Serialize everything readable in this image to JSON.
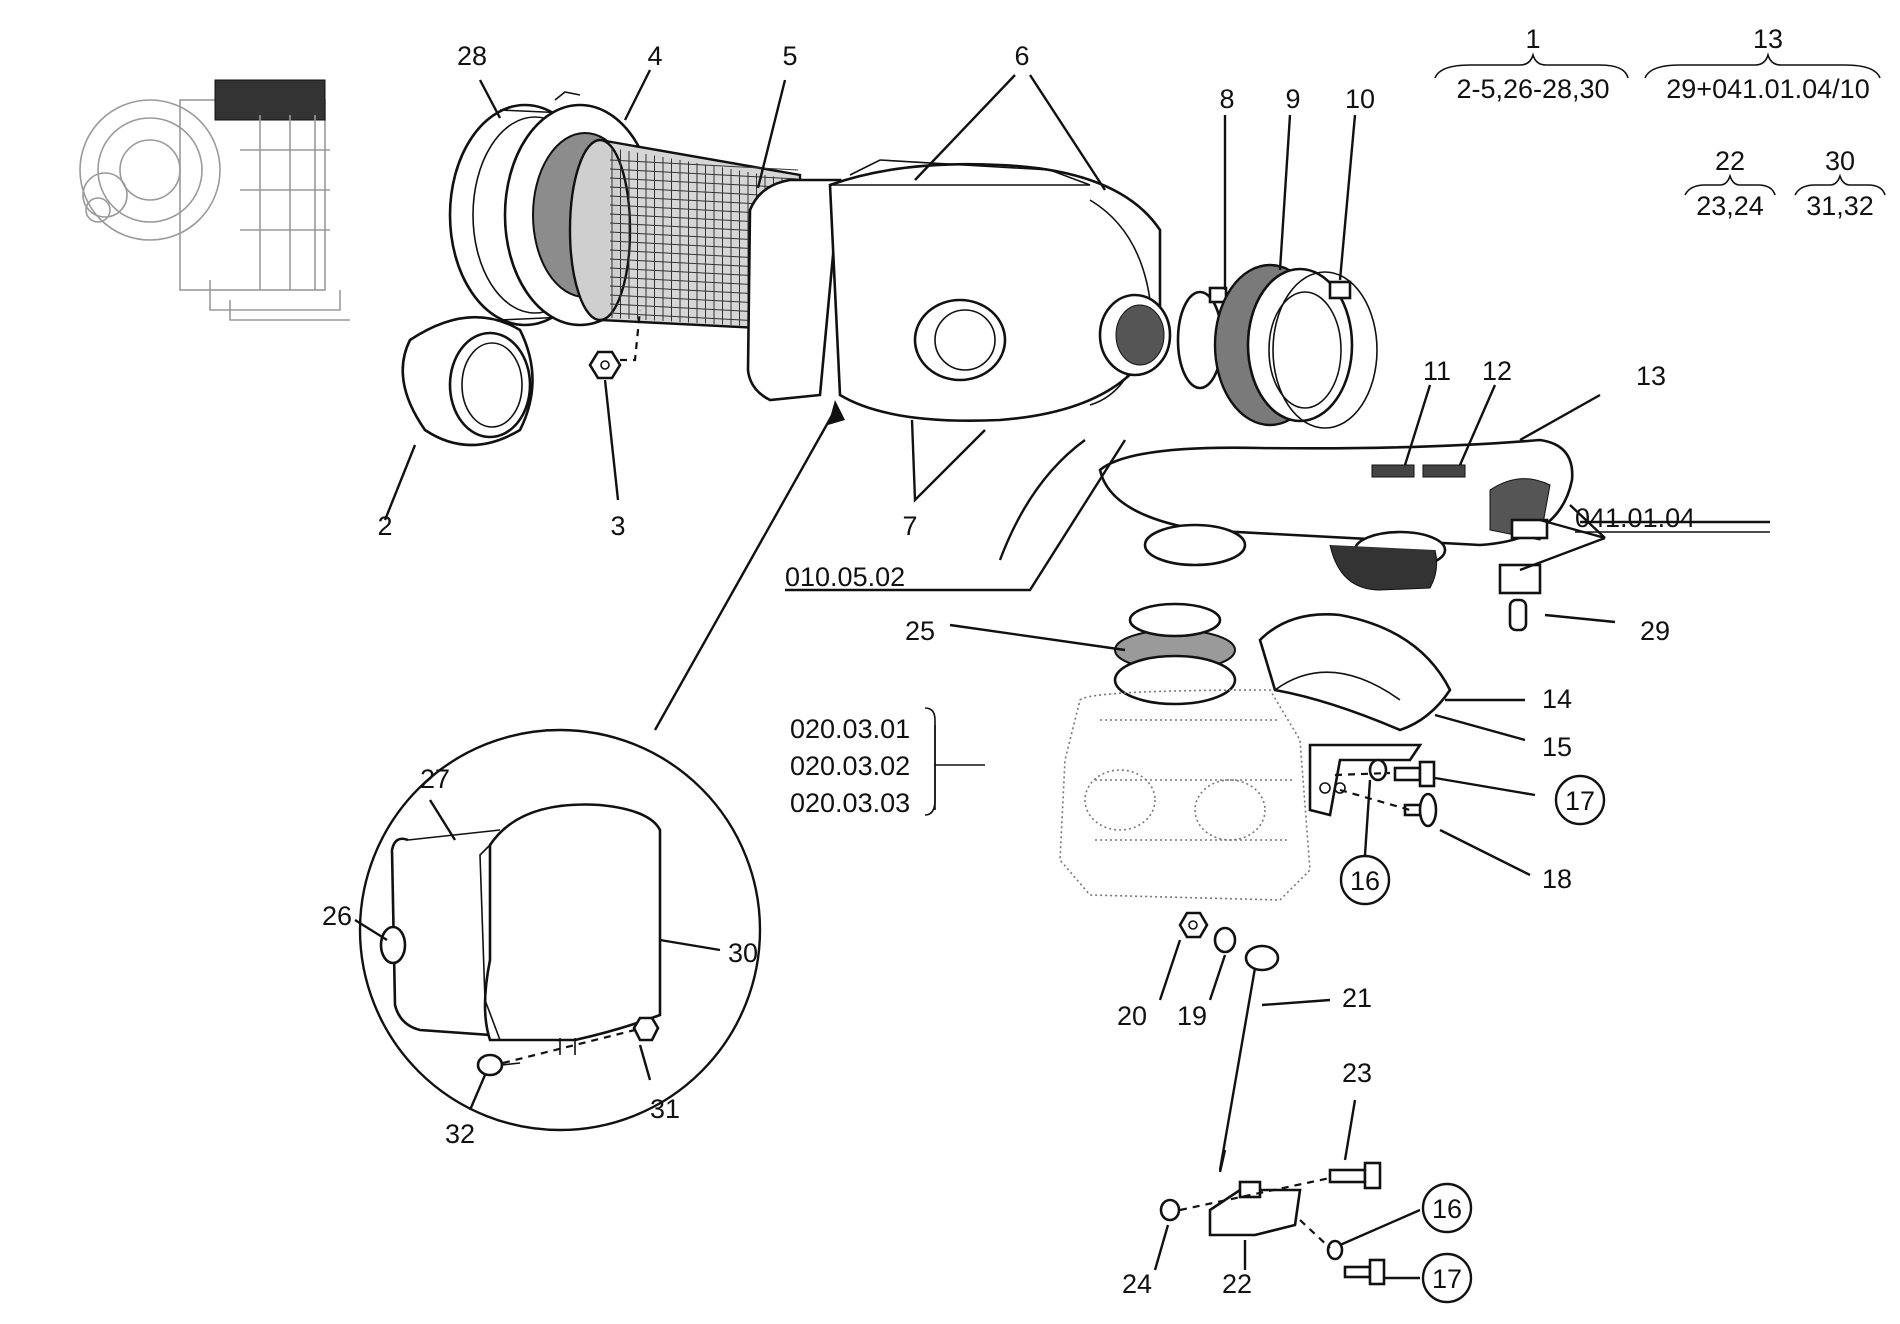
{
  "callouts": {
    "n1": "1",
    "n2": "2",
    "n3": "3",
    "n4": "4",
    "n5": "5",
    "n6": "6",
    "n7": "7",
    "n8": "8",
    "n9": "9",
    "n10": "10",
    "n11": "11",
    "n12": "12",
    "n13": "13",
    "n14": "14",
    "n15": "15",
    "n16a": "16",
    "n16b": "16",
    "n17a": "17",
    "n17b": "17",
    "n18": "18",
    "n19": "19",
    "n20": "20",
    "n21": "21",
    "n22": "22",
    "n23": "23",
    "n24": "24",
    "n25": "25",
    "n26": "26",
    "n27": "27",
    "n28": "28",
    "n29": "29",
    "n30": "30",
    "n31": "31",
    "n32": "32"
  },
  "references": {
    "ref_010_05_02": "010.05.02",
    "ref_041_01_04": "041.01.04",
    "ref_020_03_01": "020.03.01",
    "ref_020_03_02": "020.03.02",
    "ref_020_03_03": "020.03.03"
  },
  "groups": {
    "g1": {
      "head": "1",
      "members": "2-5,26-28,30"
    },
    "g13": {
      "head": "13",
      "members": "29+041.01.04/10"
    },
    "g22": {
      "head": "22",
      "members": "23,24"
    },
    "g30": {
      "head": "30",
      "members": "31,32"
    }
  },
  "icons": {
    "engine_thumbnail": "engine-thumbnail-icon",
    "air_filter_housing": "air-filter-housing",
    "filter_element": "filter-element",
    "detail_circle": "detail-magnifier-circle"
  }
}
